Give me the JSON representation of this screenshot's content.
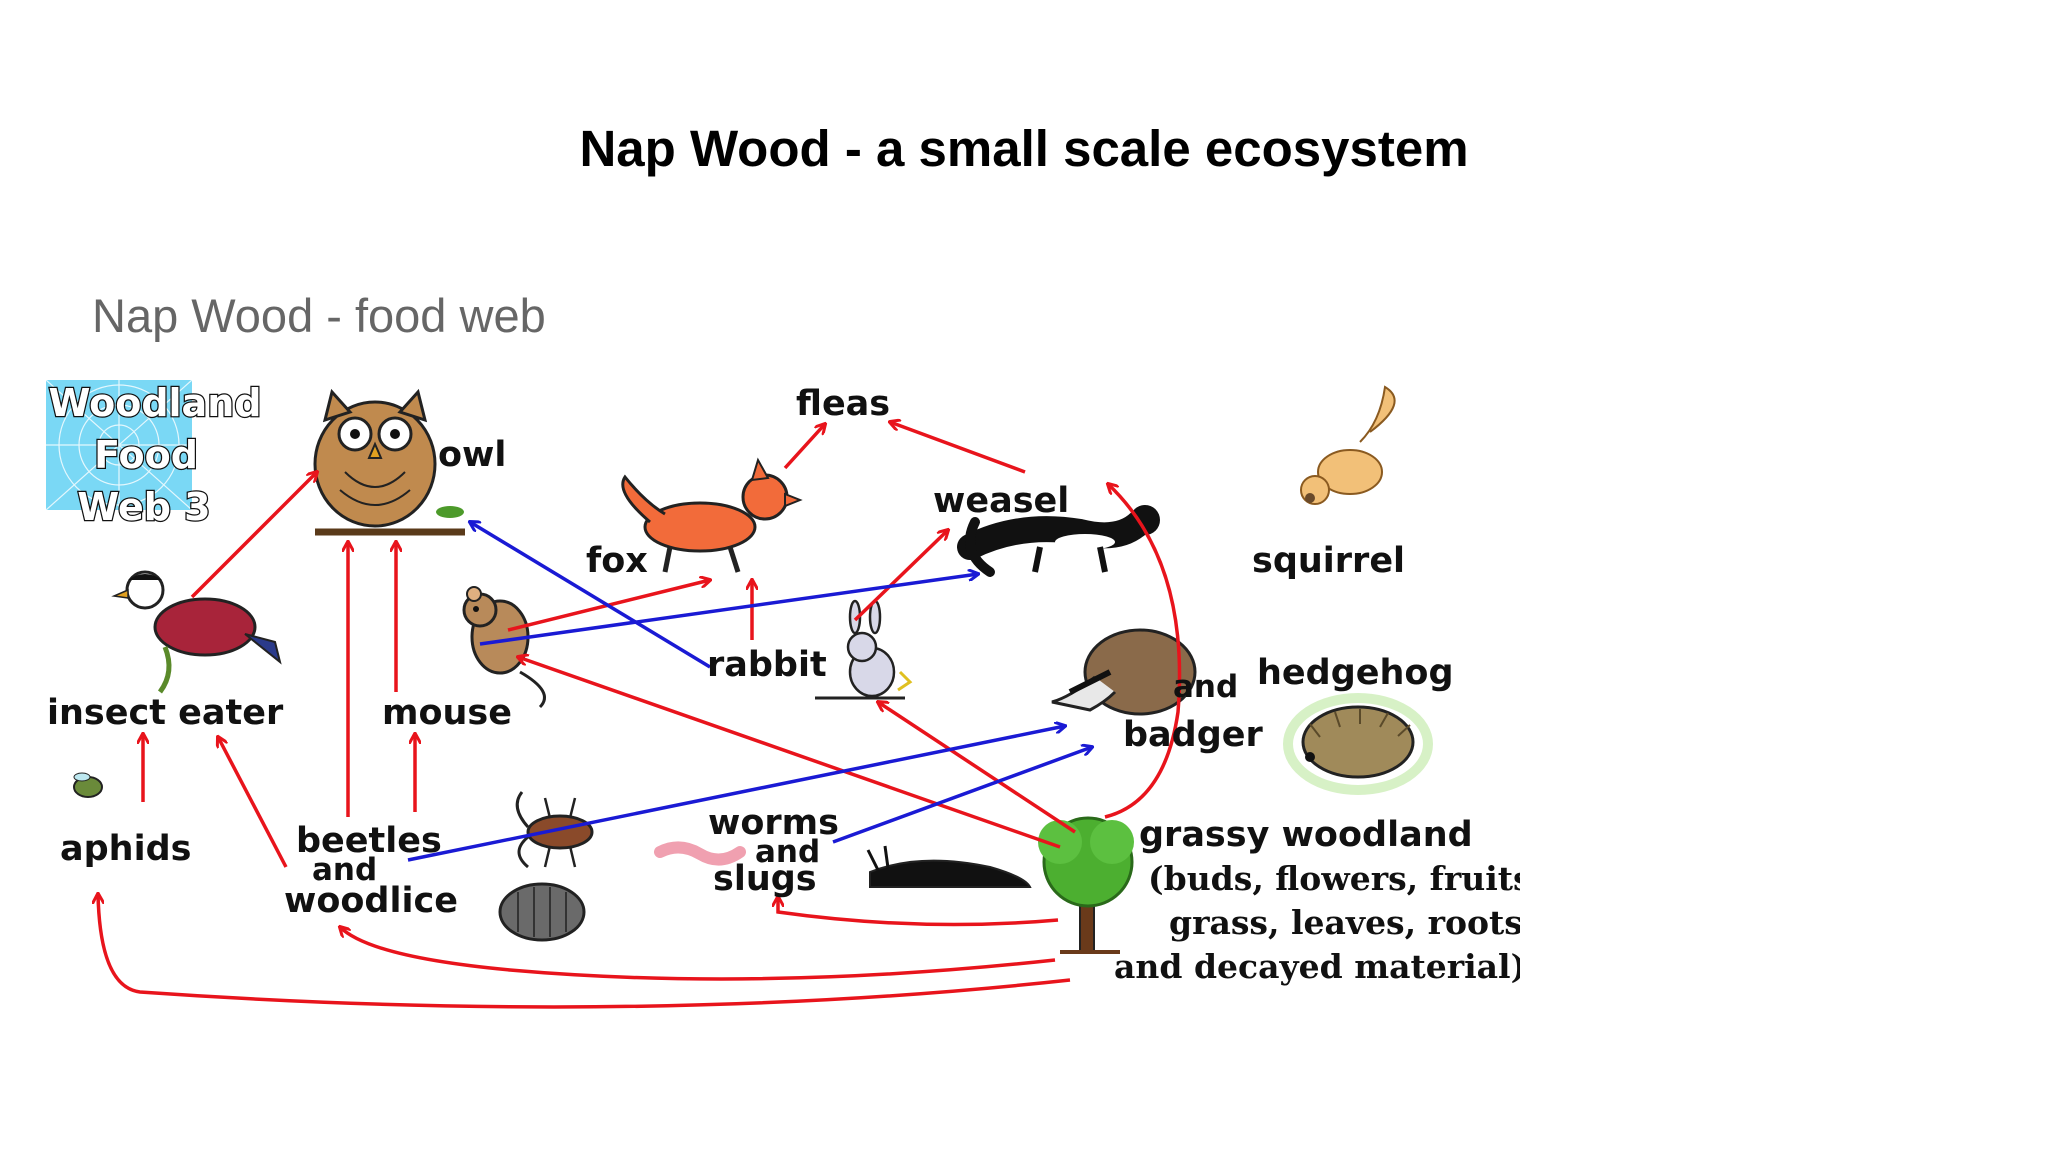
{
  "slide": {
    "title": "Nap Wood - a small scale ecosystem",
    "subtitle": "Nap Wood - food web"
  },
  "logo": {
    "line1": "Woodland",
    "line2": "Food",
    "line3": "Web 3"
  },
  "organisms": {
    "owl": "owl",
    "fleas": "fleas",
    "fox": "fox",
    "weasel": "weasel",
    "squirrel": "squirrel",
    "rabbit": "rabbit",
    "mouse": "mouse",
    "insect_eater": "insect eater",
    "aphids": "aphids",
    "beetles": "beetles",
    "beetles_and": "and",
    "woodlice": "woodlice",
    "worms": "worms",
    "worms_and": "and",
    "slugs": "slugs",
    "badger_and": "and",
    "badger": "badger",
    "hedgehog": "hedgehog",
    "grassy_woodland": "grassy woodland",
    "woodland_desc": [
      "(buds, flowers, fruits,",
      "grass, leaves, roots",
      "and decayed material)"
    ]
  },
  "colors": {
    "arrow_red": "#e8141c",
    "arrow_blue": "#1a1ad4"
  }
}
